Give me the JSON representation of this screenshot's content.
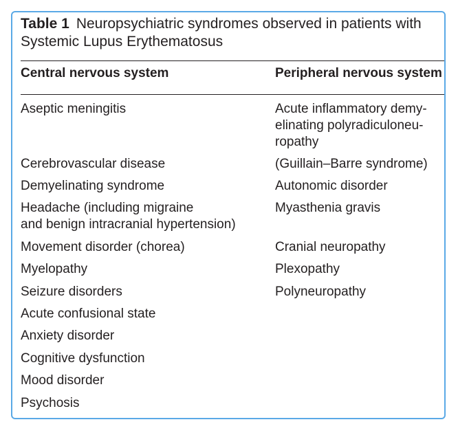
{
  "table": {
    "label": "Table 1",
    "caption_line1": "Neuropsychiatric syndromes observed in patients with",
    "caption_line2": "Systemic Lupus Erythematosus",
    "headers": [
      "Central nervous system",
      "Peripheral nervous system"
    ],
    "cns": [
      "Aseptic meningitis",
      "Cerebrovascular disease",
      "Demyelinating syndrome",
      "Headache (including migraine",
      "and benign intracranial hypertension)",
      "Movement disorder (chorea)",
      "Myelopathy",
      "Seizure disorders",
      "Acute confusional state",
      "Anxiety disorder",
      "Cognitive dysfunction",
      "Mood disorder",
      "Psychosis"
    ],
    "pns": [
      "Acute inflammatory demy-",
      "elinating polyradiculoneu-",
      "ropathy",
      "(Guillain–Barre syndrome)",
      "Autonomic disorder",
      "Myasthenia gravis",
      "Cranial neuropathy",
      "Plexopathy",
      "Polyneuropathy"
    ]
  },
  "colors": {
    "frame_border": "#5aa9e6",
    "text": "#231f20"
  }
}
